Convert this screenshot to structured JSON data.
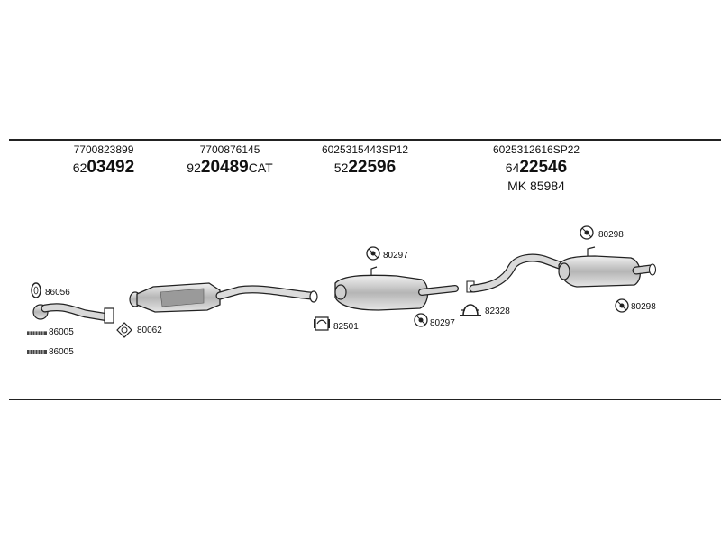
{
  "groups": [
    {
      "oem": "7700823899",
      "code_prefix": "62",
      "code_main": "03492",
      "code_suffix": ""
    },
    {
      "oem": "7700876145",
      "code_prefix": "92",
      "code_main": "20489",
      "code_suffix": "CAT"
    },
    {
      "oem": "6025315443SP12",
      "code_prefix": "52",
      "code_main": "22596",
      "code_suffix": ""
    },
    {
      "oem": "6025312616SP22",
      "code_prefix": "64",
      "code_main": "22546",
      "code_suffix": "",
      "extra": "MK  85984"
    }
  ],
  "labels": {
    "gasket_front": "86056",
    "bolt_1": "86005",
    "bolt_2": "86005",
    "gasket_cat": "80062",
    "clamp_mid": "82501",
    "hanger_mid_top": "80297",
    "hanger_mid_bottom": "80297",
    "clamp_rear": "82328",
    "hanger_rear_top": "80298",
    "hanger_rear_bottom": "80298"
  }
}
